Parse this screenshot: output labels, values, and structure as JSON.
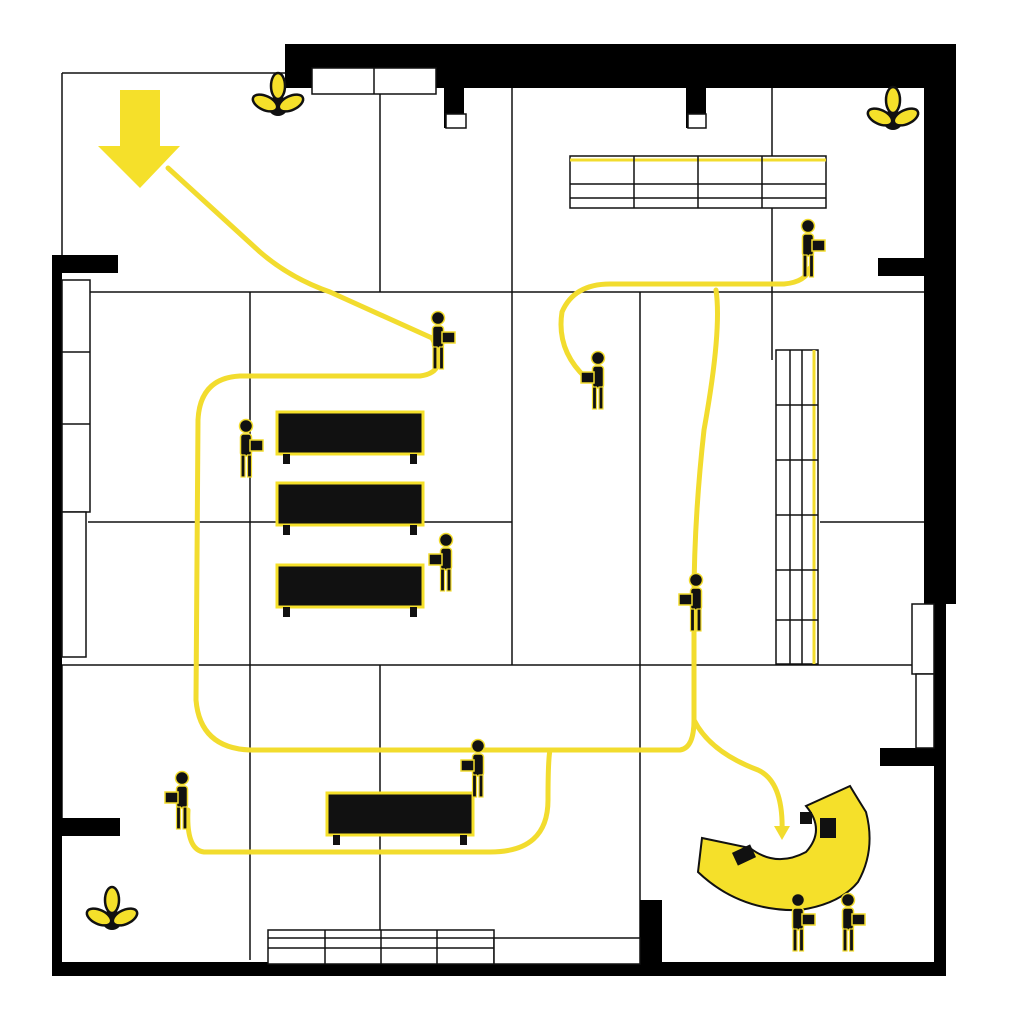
{
  "colors": {
    "wall": "#000000",
    "floor": "#ffffff",
    "grid": "#000000",
    "path": "#f2dc2e",
    "accent": "#f5e02a",
    "figure": "#111111"
  },
  "icons": {
    "entry": "down-arrow-icon",
    "plant": "potted-plant-icon",
    "person": "person-carrying-box-icon",
    "desk": "curved-reception-desk"
  },
  "legend": {
    "elements": [
      "entrance-arrow",
      "customer-path",
      "display-tables",
      "wall-shelving",
      "checkout-counter",
      "plants",
      "shoppers"
    ]
  }
}
